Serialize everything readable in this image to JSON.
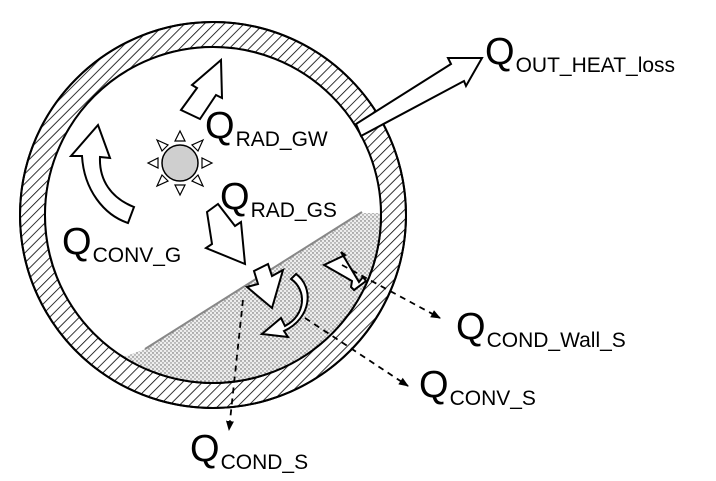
{
  "labels": {
    "q_out_heat_loss": {
      "main": "Q",
      "sub": "OUT_HEAT_loss"
    },
    "q_rad_gw": {
      "main": "Q",
      "sub": "RAD_GW"
    },
    "q_rad_gs": {
      "main": "Q",
      "sub": "RAD_GS"
    },
    "q_conv_g": {
      "main": "Q",
      "sub": "CONV_G"
    },
    "q_cond_wall_s": {
      "main": "Q",
      "sub": "COND_Wall_S"
    },
    "q_conv_s": {
      "main": "Q",
      "sub": "CONV_S"
    },
    "q_cond_s": {
      "main": "Q",
      "sub": "COND_S"
    }
  }
}
